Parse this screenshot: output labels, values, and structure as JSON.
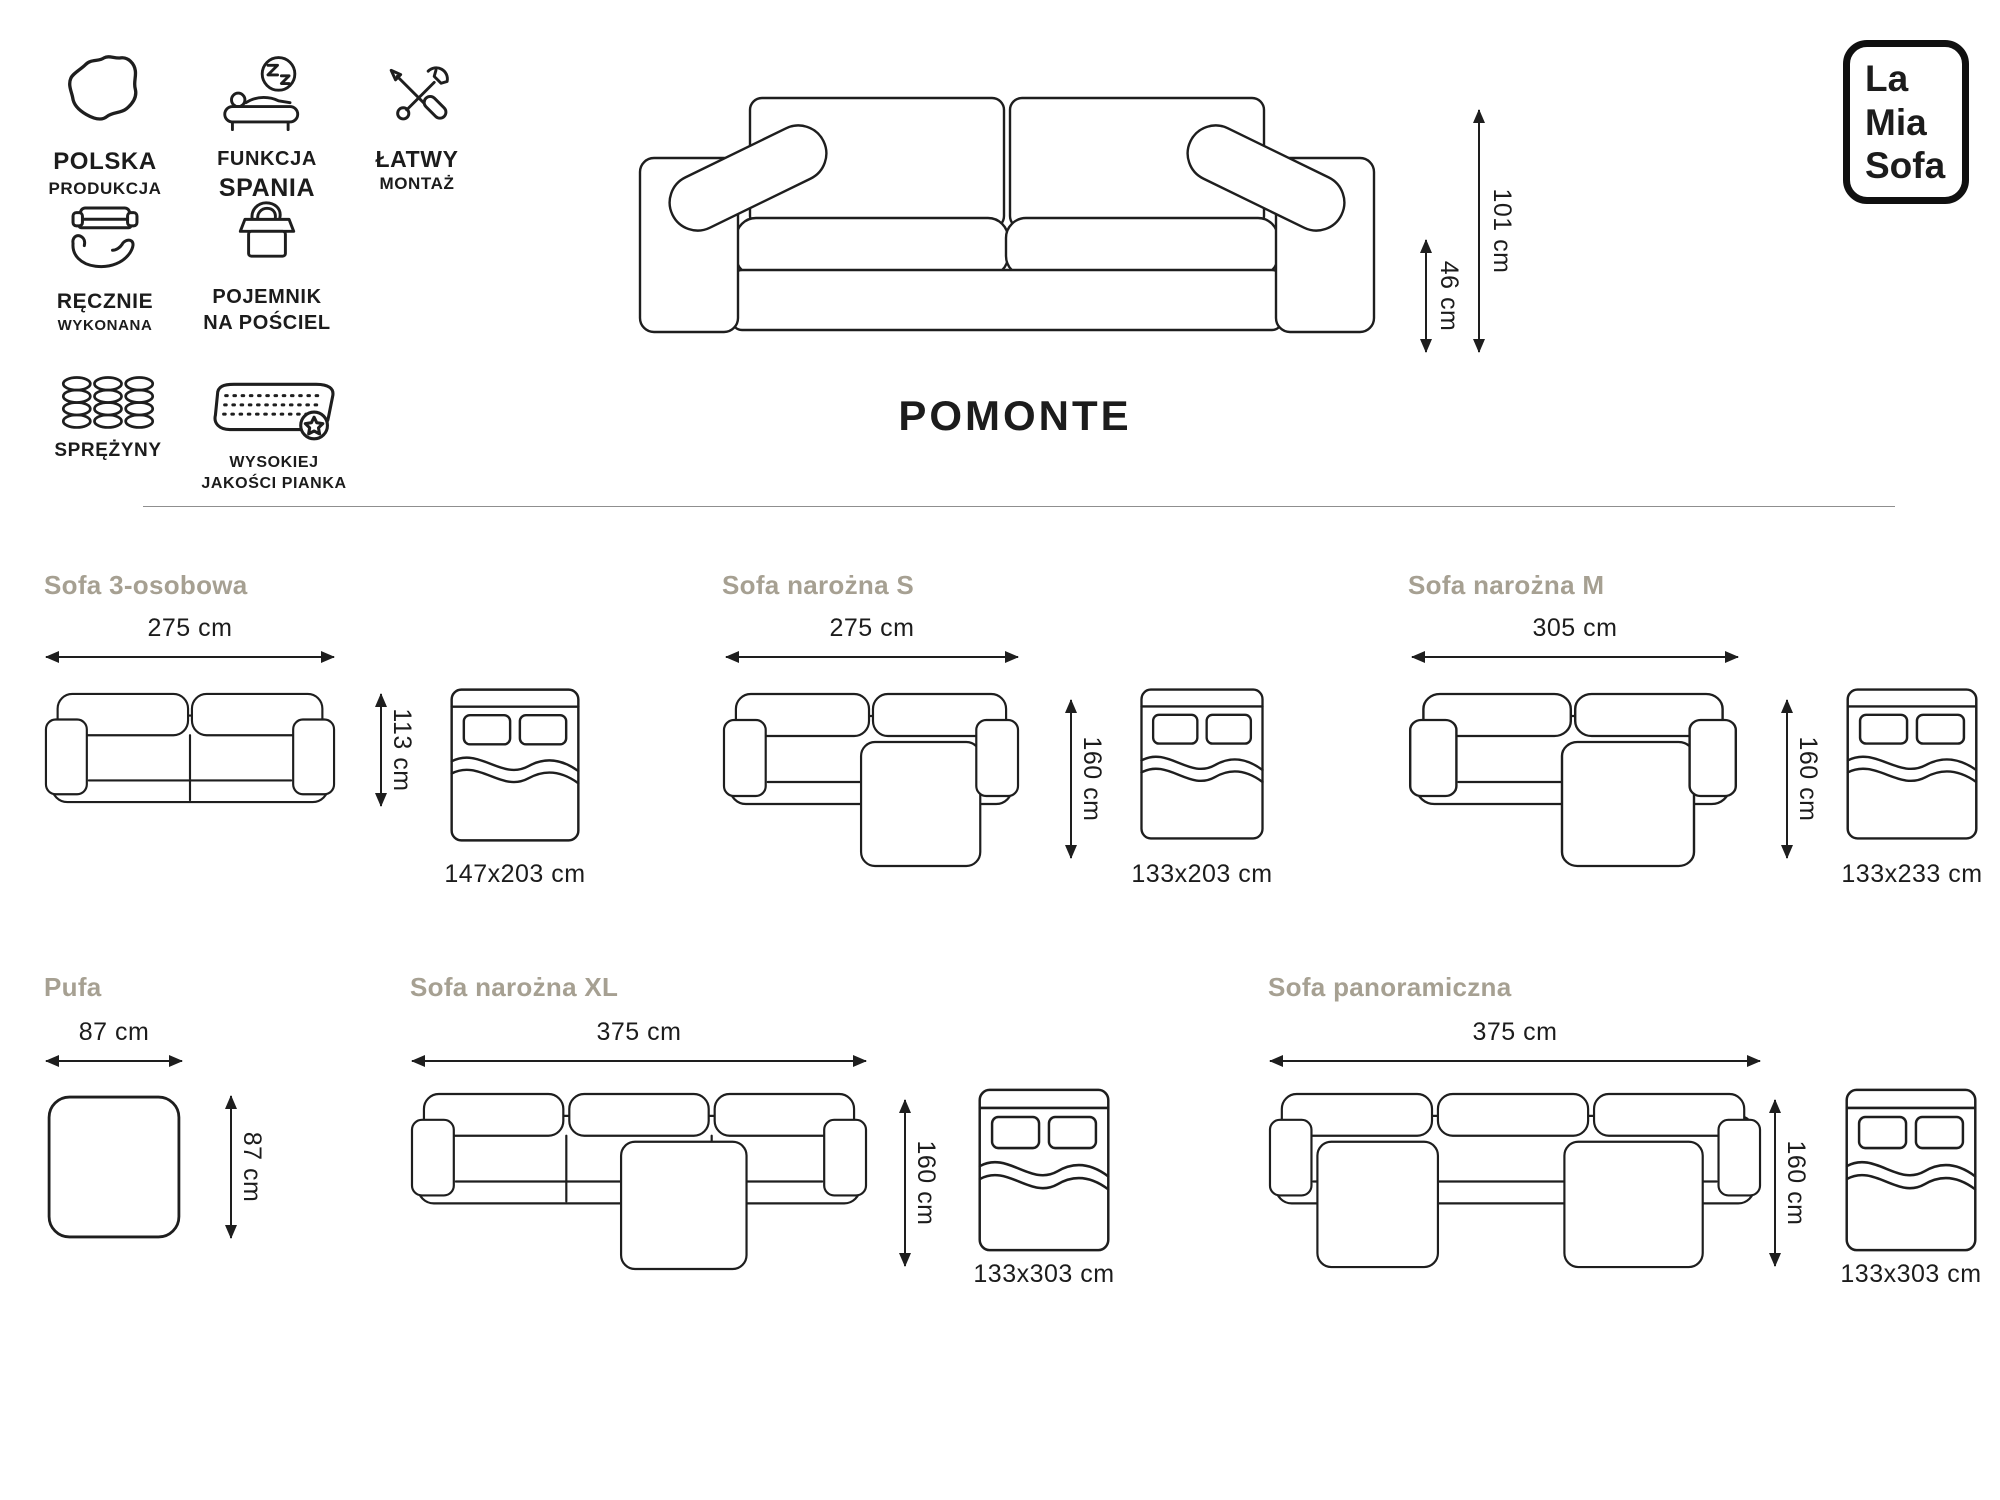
{
  "brand": {
    "logo_lines": [
      "La",
      "Mia",
      "Sofa"
    ]
  },
  "product": {
    "title": "POMONTE",
    "height": "101 cm",
    "seat_height": "46 cm"
  },
  "features": [
    {
      "icon": "poland-map-icon",
      "lines": [
        "POLSKA",
        "PRODUKCJA"
      ]
    },
    {
      "icon": "sleep-function-icon",
      "lines": [
        "FUNKCJA",
        "SPANIA"
      ]
    },
    {
      "icon": "easy-assembly-icon",
      "lines": [
        "ŁATWY",
        "MONTAŻ"
      ]
    },
    {
      "icon": "handmade-icon",
      "lines": [
        "RĘCZNIE",
        "WYKONANA"
      ]
    },
    {
      "icon": "bedding-storage-icon",
      "lines": [
        "POJEMNIK",
        "NA POŚCIEL"
      ]
    },
    {
      "icon": "springs-icon",
      "lines": [
        "SPRĘŻYNY",
        ""
      ]
    },
    {
      "icon": "foam-quality-icon",
      "lines": [
        "WYSOKIEJ",
        "JAKOŚCI PIANKA"
      ]
    }
  ],
  "configurations": [
    {
      "name": "Sofa 3-osobowa",
      "width": "275 cm",
      "depth": "113 cm",
      "bed_size": "147x203 cm"
    },
    {
      "name": "Sofa narożna S",
      "width": "275 cm",
      "depth": "160 cm",
      "bed_size": "133x203 cm"
    },
    {
      "name": "Sofa narożna M",
      "width": "305 cm",
      "depth": "160 cm",
      "bed_size": "133x233 cm"
    },
    {
      "name": "Pufa",
      "width": "87 cm",
      "depth": "87 cm",
      "bed_size": ""
    },
    {
      "name": "Sofa narożna XL",
      "width": "375 cm",
      "depth": "160 cm",
      "bed_size": "133x303 cm"
    },
    {
      "name": "Sofa panoramiczna",
      "width": "375 cm",
      "depth": "160 cm",
      "bed_size": "133x303 cm"
    }
  ],
  "colors": {
    "line_art": "#1e1e1e",
    "config_label": "#a6a092",
    "divider": "#8f8f8f"
  }
}
